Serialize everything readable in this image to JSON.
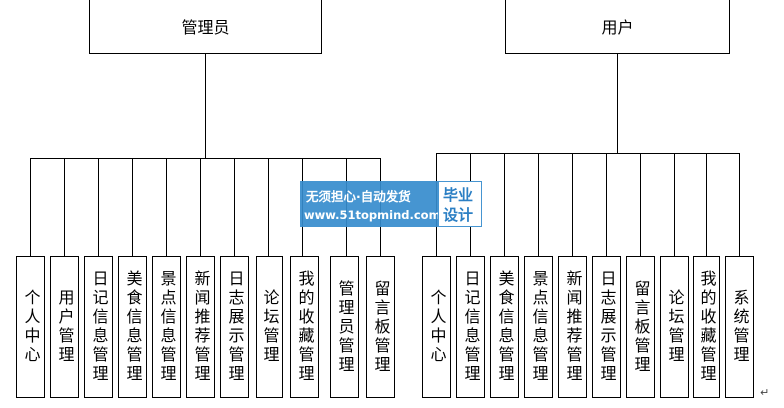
{
  "admin": {
    "title": "管理员",
    "modules": [
      "个人中心",
      "用户管理",
      "日记信息管理",
      "美食信息管理",
      "景点信息管理",
      "新闻推荐管理",
      "日志展示管理",
      "论坛管理",
      "我的收藏管理",
      "管理员管理",
      "留言板管理"
    ]
  },
  "user": {
    "title": "用户",
    "modules": [
      "个人中心",
      "日记信息管理",
      "美食信息管理",
      "景点信息管理",
      "新闻推荐管理",
      "日志展示管理",
      "留言板管理",
      "论坛管理",
      "我的收藏管理",
      "系统管理"
    ]
  },
  "watermark": {
    "line1": "无须担心·自动发货",
    "line2": "www.51topmind.com",
    "badge_top": "毕业",
    "badge_bottom": "设计"
  },
  "return_mark": "↵"
}
